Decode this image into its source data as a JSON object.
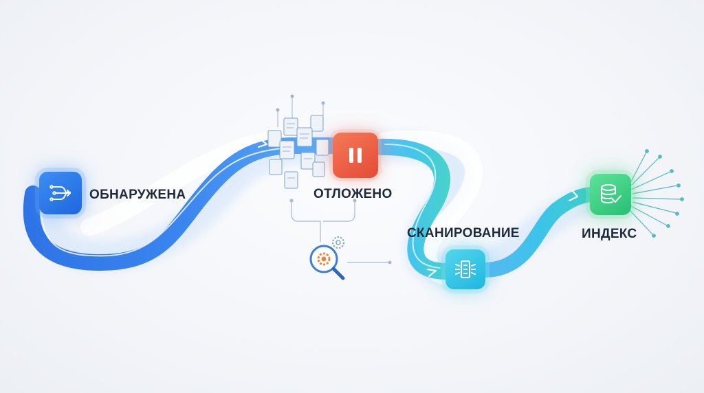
{
  "stages": {
    "discovered": {
      "label": "ОБНАРУЖЕНА",
      "icon": "flow-arrows-icon",
      "color": "#2f7ded"
    },
    "deferred": {
      "label": "ОТЛОЖЕНО",
      "icon": "pause-icon",
      "color": "#ea5a42"
    },
    "scanning": {
      "label": "СКАНИРОВАНИЕ",
      "icon": "scanner-chip-icon",
      "color": "#2ec3e6"
    },
    "index": {
      "label": "ИНДЕКС",
      "icon": "database-check-icon",
      "color": "#34c97f"
    }
  },
  "decorations": {
    "document_cluster": "documents-icon",
    "inspection": "magnifier-gear-icon",
    "output_rays": "radiating-lines-icon"
  }
}
